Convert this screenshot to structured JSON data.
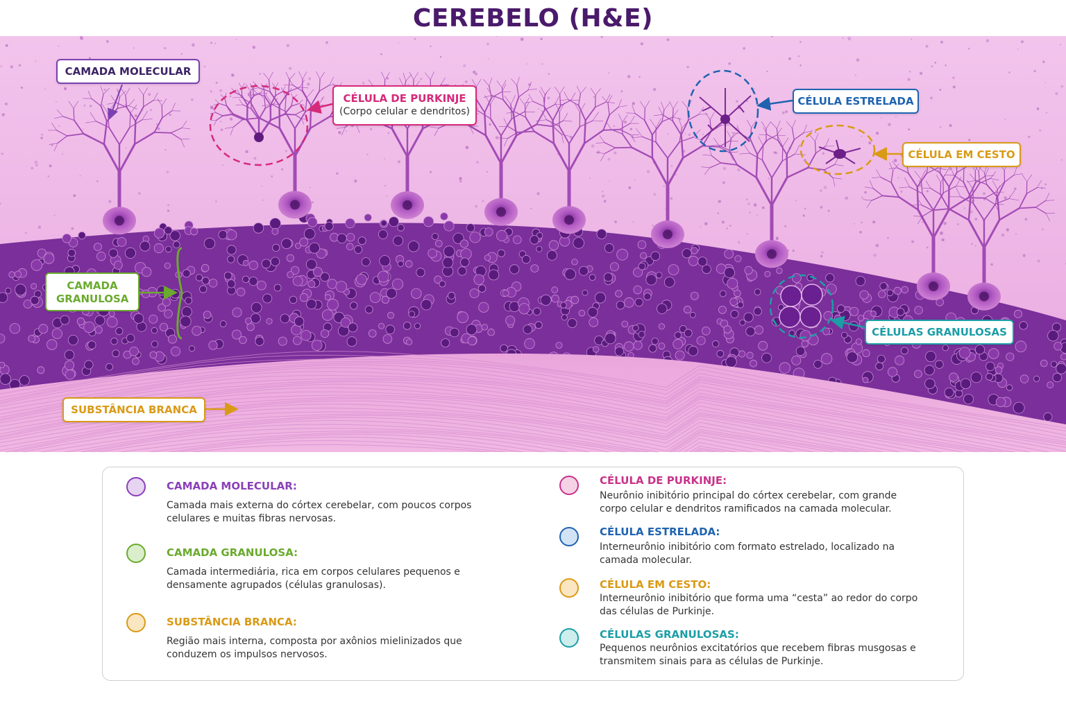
{
  "title": "CEREBELO (H&E)",
  "labels": {
    "molecular": {
      "text": "CAMADA MOLECULAR",
      "color": "#6b2c91"
    },
    "purkinje": {
      "text": "CÉLULA DE PURKINJE",
      "sub": "(Corpo celular e dendritos)",
      "color": "#d6297a"
    },
    "estrelada": {
      "text": "CÉLULA ESTRELADA",
      "color": "#1f63b0"
    },
    "cesto": {
      "text": "CÉLULA EM CESTO",
      "color": "#d99a16"
    },
    "granulosa": {
      "text": "CAMADA GRANULOSA",
      "color": "#6aaa2e"
    },
    "granulosas": {
      "text": "CÉLULAS GRANULOSAS",
      "color": "#1c9ea6"
    },
    "branca": {
      "text": "SUBSTÂNCIA BRANCA",
      "color": "#d99a16"
    }
  },
  "legend": [
    {
      "title": "CAMADA MOLECULAR:",
      "text": "Camada mais externa do córtex cerebelar, com poucos corpos celulares e muitas fibras nervosas.",
      "color": "#8a3fb8",
      "fill": "#e6d4f2"
    },
    {
      "title": "CAMADA GRANULOSA:",
      "text": "Camada intermediária, rica em corpos celulares pequenos e densamente agrupados (células granulosas).",
      "color": "#6aaa2e",
      "fill": "#dbeecb"
    },
    {
      "title": "SUBSTÂNCIA BRANCA:",
      "text": "Região mais interna, composta por axônios mielinizados que conduzem os impulsos nervosos.",
      "color": "#d99a16",
      "fill": "#fbe6c2"
    },
    {
      "title": "CÉLULA DE PURKINJE:",
      "text": "Neurônio inibitório principal do córtex cerebelar, com grande corpo celular e dendritos ramificados na camada molecular.",
      "color": "#c8338a",
      "fill": "#f6d2e6"
    },
    {
      "title": "CÉLULA ESTRELADA:",
      "text": "Interneurônio inibitório com formato estrelado, localizado na camada molecular.",
      "color": "#1f63b0",
      "fill": "#d3e3f6"
    },
    {
      "title": "CÉLULA EM CESTO:",
      "text": "Interneurônio inibitório que forma uma “cesta” ao redor do corpo das células de Purkinje.",
      "color": "#d99a16",
      "fill": "#fbe6c2"
    },
    {
      "title": "CÉLULAS GRANULOSAS:",
      "text": "Pequenos neurônios excitatórios que recebem fibras musgosas e transmitem sinais para as células de Purkinje.",
      "color": "#1c9ea6",
      "fill": "#cdeeed"
    }
  ]
}
